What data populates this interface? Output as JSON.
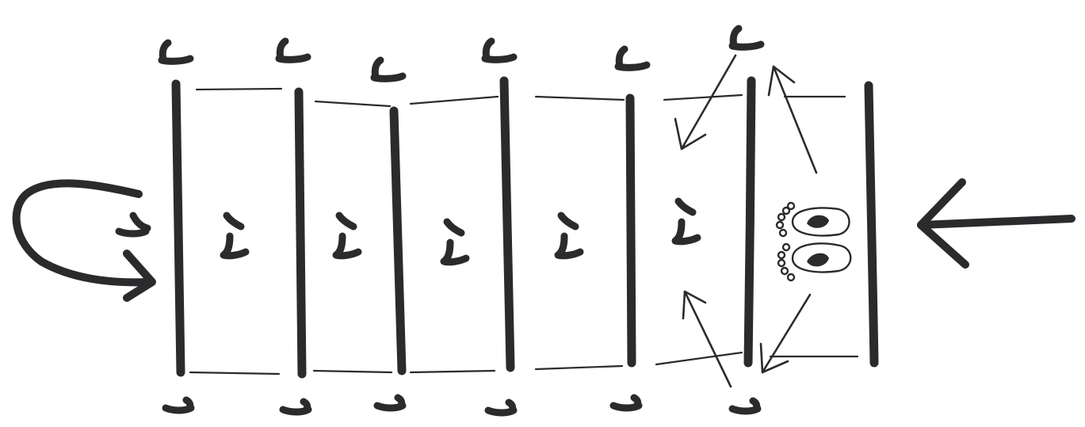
{
  "diagram": {
    "type": "hand-drawn ladder footwork drill",
    "rung_count": 7,
    "ladder_boxes": 6,
    "ink_color": "#2b2b2e",
    "background": "#ffffff",
    "icons": {
      "step_mark": "foot-step-mark-icon",
      "start_feet": "bare-feet-icon",
      "entry_arrow": "left-arrow-icon",
      "return_loop": "return-loop-arrow-icon",
      "shuffle_arrow": "diagonal-arrow-icon"
    }
  }
}
